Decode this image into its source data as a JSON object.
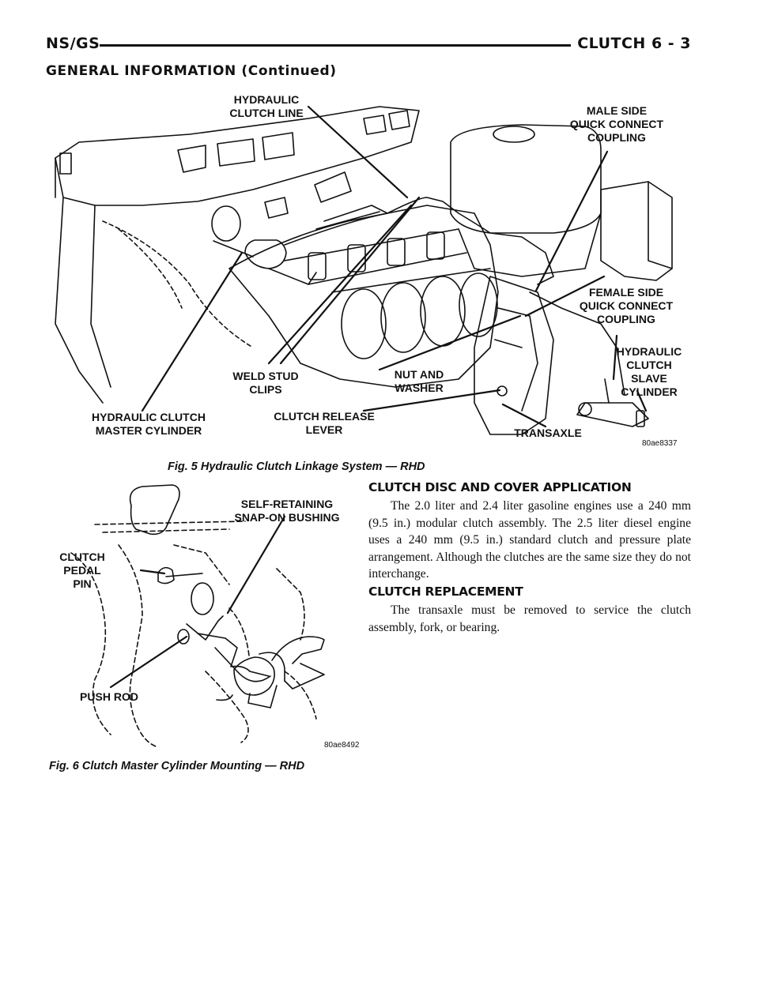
{
  "header": {
    "left": "NS/GS",
    "right": "CLUTCH    6 - 3",
    "subtitle": "GENERAL INFORMATION (Continued)"
  },
  "figure5": {
    "labels": {
      "hydraulic_clutch_line": "HYDRAULIC\nCLUTCH LINE",
      "male_side": "MALE SIDE\nQUICK CONNECT\nCOUPLING",
      "female_side": "FEMALE SIDE\nQUICK CONNECT\nCOUPLING",
      "slave_cylinder": "HYDRAULIC\nCLUTCH\nSLAVE\nCYLINDER",
      "weld_stud_clips": "WELD STUD\nCLIPS",
      "nut_and_washer": "NUT AND\nWASHER",
      "master_cylinder": "HYDRAULIC CLUTCH\nMASTER CYLINDER",
      "release_lever": "CLUTCH RELEASE\nLEVER",
      "transaxle": "TRANSAXLE"
    },
    "code": "80ae8337",
    "caption": "Fig. 5 Hydraulic Clutch Linkage System — RHD"
  },
  "figure6": {
    "labels": {
      "bushing": "SELF-RETAINING\nSNAP-ON BUSHING",
      "pedal_pin": "CLUTCH\nPEDAL\nPIN",
      "push_rod": "PUSH ROD"
    },
    "code": "80ae8492",
    "caption": "Fig. 6 Clutch Master Cylinder Mounting — RHD"
  },
  "sections": [
    {
      "heading": "CLUTCH DISC AND COVER APPLICATION",
      "body": "The 2.0 liter and 2.4 liter gasoline engines use a 240 mm (9.5 in.) modular clutch assembly. The 2.5 liter diesel engine uses a 240 mm (9.5 in.) standard clutch and pressure plate arrangement. Although the clutches are the same size they do not interchange."
    },
    {
      "heading": "CLUTCH REPLACEMENT",
      "body": "The transaxle must be removed to service the clutch assembly, fork, or bearing."
    }
  ]
}
